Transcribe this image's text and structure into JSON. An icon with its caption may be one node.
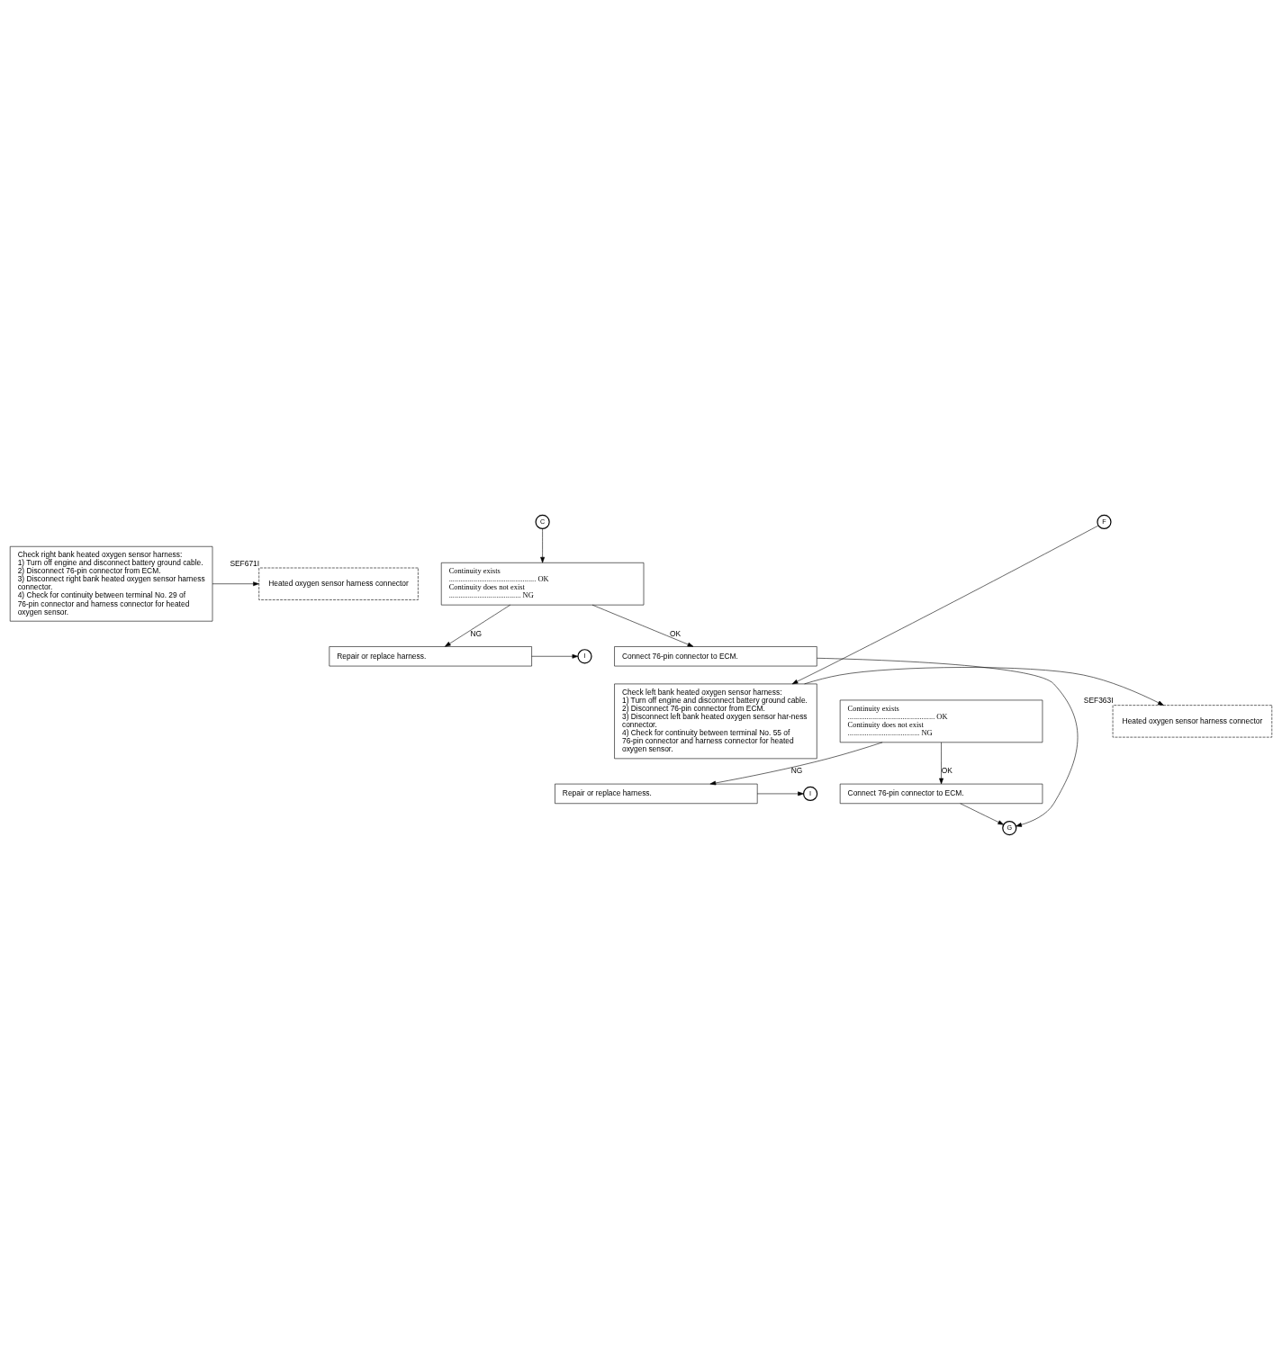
{
  "diagram": {
    "nodes": [
      {
        "text": [
          "C"
        ]
      },
      {
        "text": [
          "F"
        ]
      },
      {
        "text": [
          "Heated oxygen sensor harness connector"
        ],
        "beside": [
          "SEF671I"
        ]
      },
      {
        "text": [
          "Check right bank heated oxygen sensor harness:",
          "1) Turn off engine and disconnect battery ground cable.",
          "2) Disconnect 76-pin connector from ECM.",
          "3) Disconnect right bank heated oxygen sensor harness connector.",
          "4) Check for continuity between terminal No. 29 of 76-pin connector and harness connector for heated oxygen sensor."
        ]
      },
      {
        "text": [
          "Continuity exists .............................................. OK",
          "Continuity does not exist ...................................... NG"
        ]
      },
      {
        "text": [
          "Repair or replace harness."
        ]
      },
      {
        "text": [
          "I"
        ]
      },
      {
        "text": [
          "Connect 76-pin connector to ECM."
        ]
      },
      {
        "text": [
          "Heated oxygen sensor harness connector"
        ],
        "beside": [
          "SEF363I"
        ]
      },
      {
        "text": [
          "Check left bank heated oxygen sensor harness:",
          "1) Turn off engine and disconnect battery ground cable.",
          "2) Disconnect 76-pin connector from ECM.",
          "3) Disconnect left bank heated oxygen sensor har-ness connector.",
          "4) Check for continuity between terminal No. 55 of 76-pin connector and harness connector for heated oxygen sensor."
        ]
      },
      {
        "text": [
          "Continuity exists .............................................. OK",
          "Continuity does not exist ...................................... NG"
        ]
      },
      {
        "text": [
          "Repair or replace harness."
        ]
      },
      {
        "text": [
          "I"
        ]
      },
      {
        "text": [
          "Connect 76-pin connector to ECM."
        ]
      },
      {
        "text": [
          "G"
        ]
      }
    ],
    "edges": [
      {
        "from": 0,
        "to": 4,
        "arrow": "to"
      },
      {
        "from": 3,
        "to": 2,
        "arrow": "to"
      },
      {
        "from": 4,
        "to": 7,
        "label": "OK",
        "arrow": "to"
      },
      {
        "from": 4,
        "to": 5,
        "label": "NG",
        "arrow": "to"
      },
      {
        "from": 5,
        "to": 6,
        "arrow": "to"
      },
      {
        "from": 7,
        "to": 14,
        "arrow": "to"
      },
      {
        "from": 1,
        "to": 9,
        "arrow": "to"
      },
      {
        "from": 9,
        "to": 8,
        "arrow": "to"
      },
      {
        "from": 10,
        "to": 13,
        "label": "OK",
        "arrow": "to"
      },
      {
        "from": 10,
        "to": 11,
        "label": "NG",
        "arrow": "to"
      },
      {
        "from": 11,
        "to": 12,
        "arrow": "to"
      },
      {
        "from": 13,
        "to": 14,
        "arrow": "to"
      }
    ]
  }
}
